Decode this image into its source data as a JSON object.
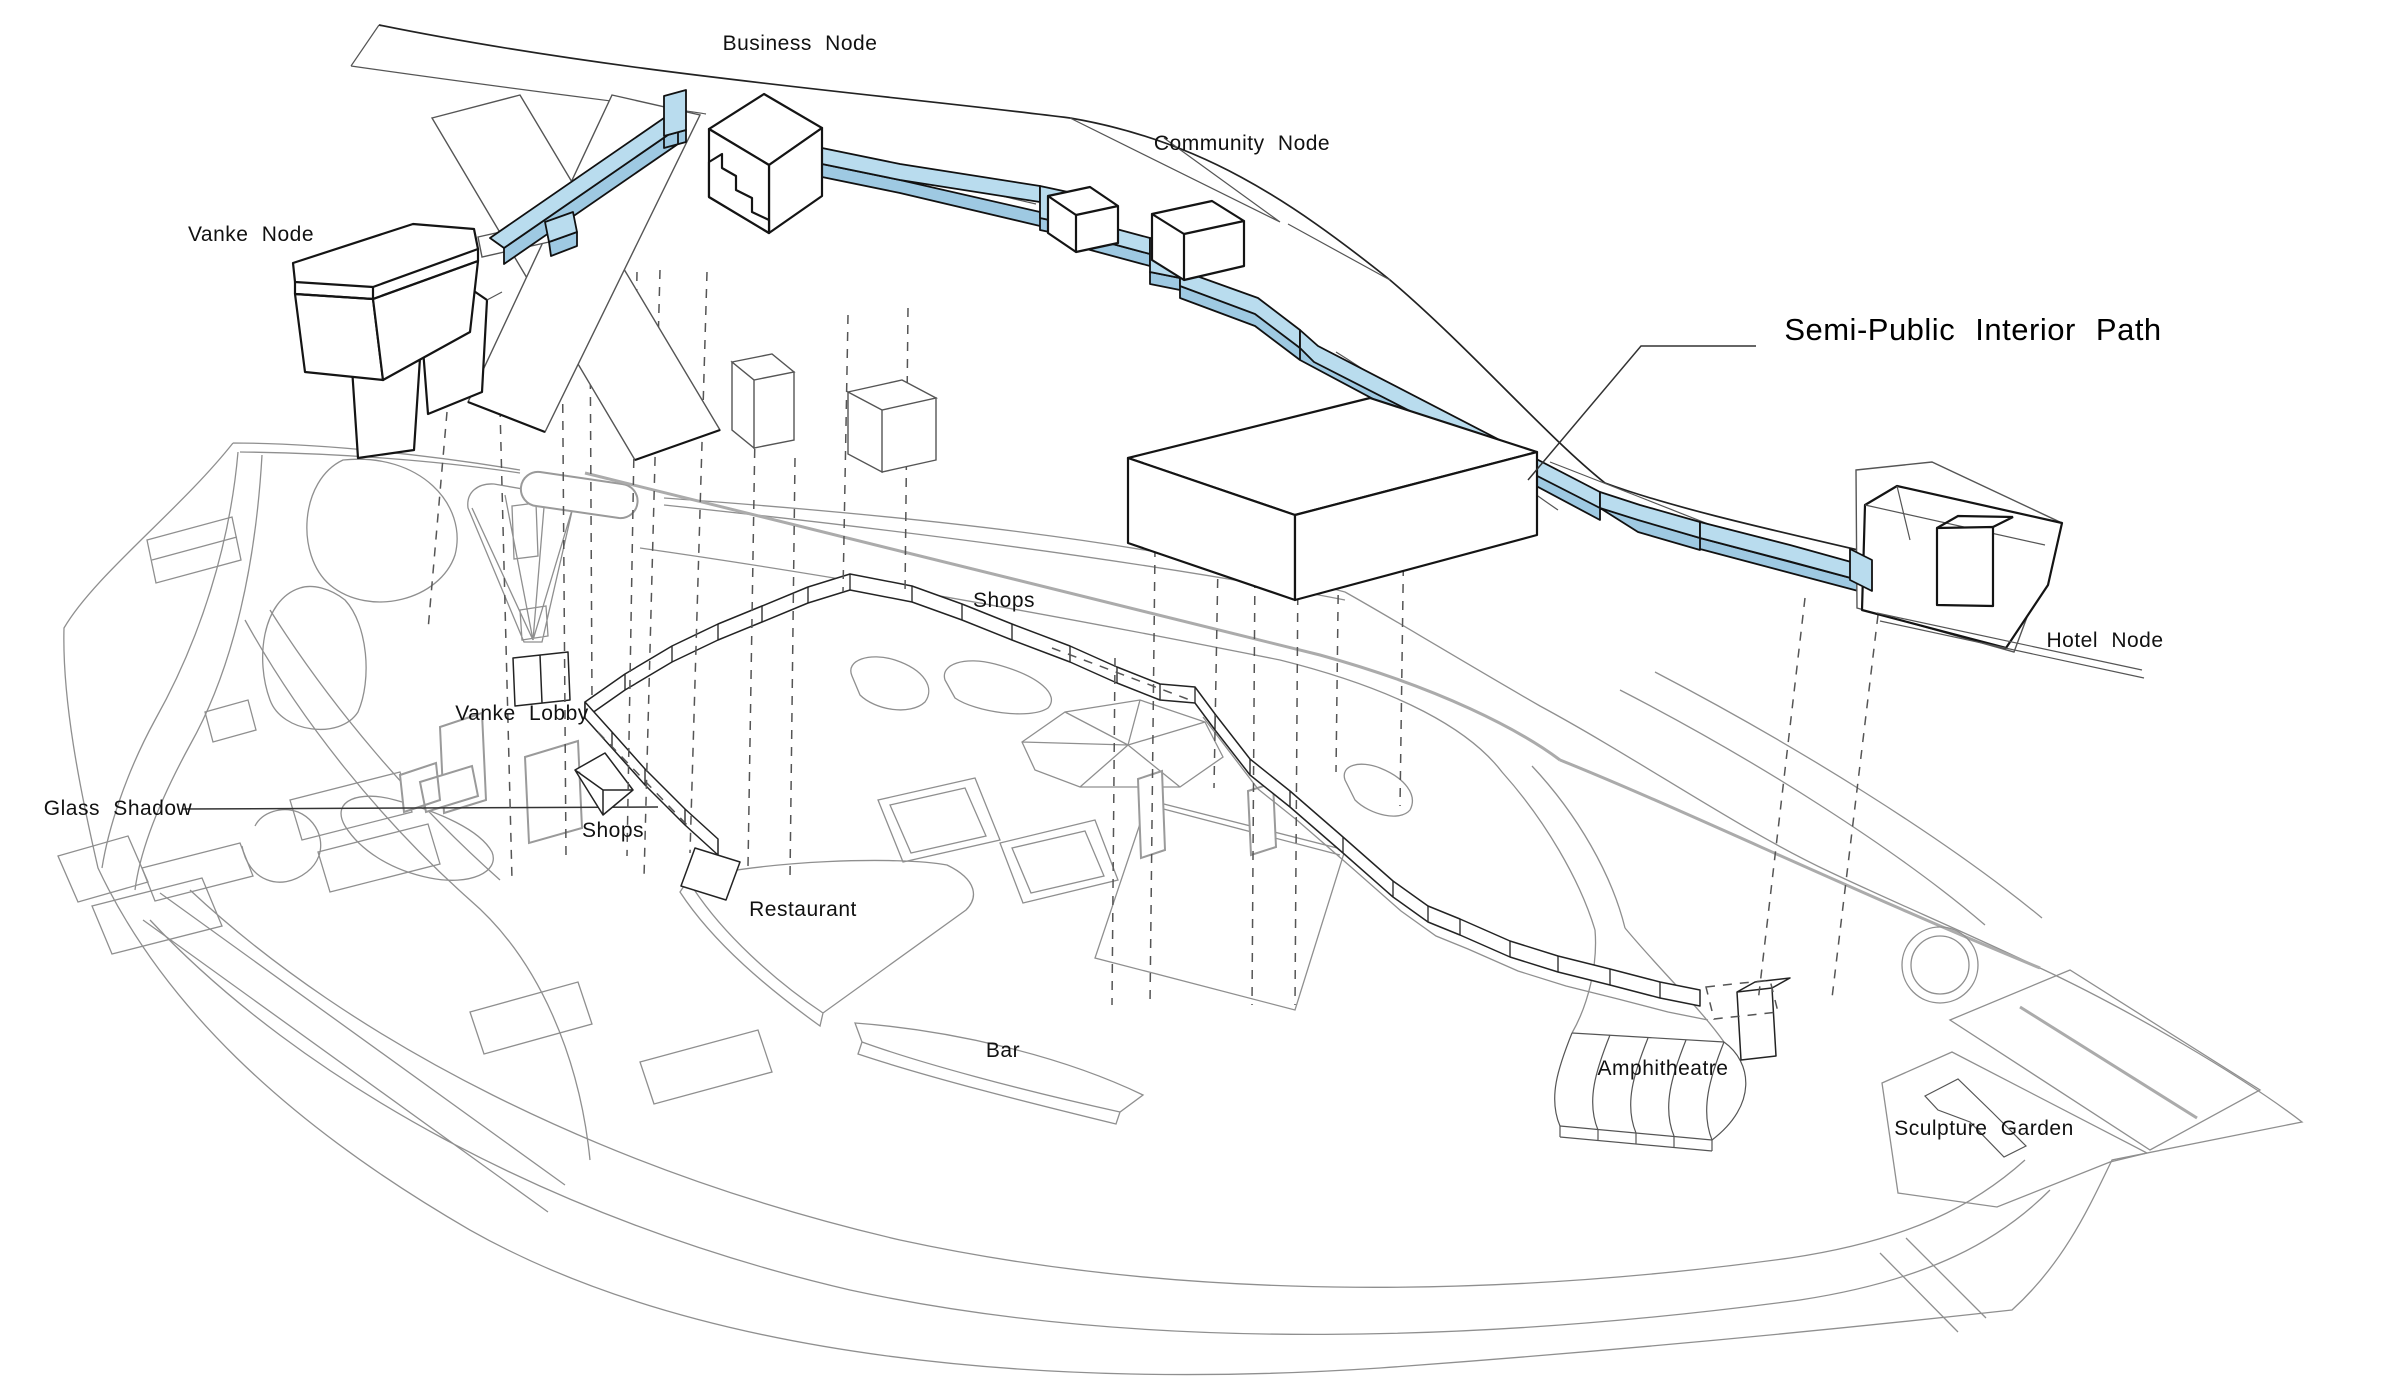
{
  "diagram": {
    "type": "axonometric-architecture-site-diagram",
    "highlight": {
      "name": "interior-path",
      "fill": "#b9dcee",
      "side_fill": "#9ec9e2"
    },
    "labels": {
      "business_node": "Business Node",
      "community_node": "Community Node",
      "vanke_node": "Vanke Node",
      "semi_public_interior_path": "Semi-Public Interior Path",
      "hotel_node": "Hotel Node",
      "shops_upper": "Shops",
      "vanke_lobby": "Vanke Lobby",
      "glass_shadow": "Glass Shadow",
      "shops_lower": "Shops",
      "restaurant": "Restaurant",
      "bar": "Bar",
      "amphitheatre": "Amphitheatre",
      "sculpture_garden": "Sculpture Garden"
    },
    "line_colors": {
      "bold": "#141414",
      "thin": "#8f8f8f",
      "dashed": "#555555",
      "leader": "#333333",
      "accent_gray": "#ababab"
    }
  }
}
